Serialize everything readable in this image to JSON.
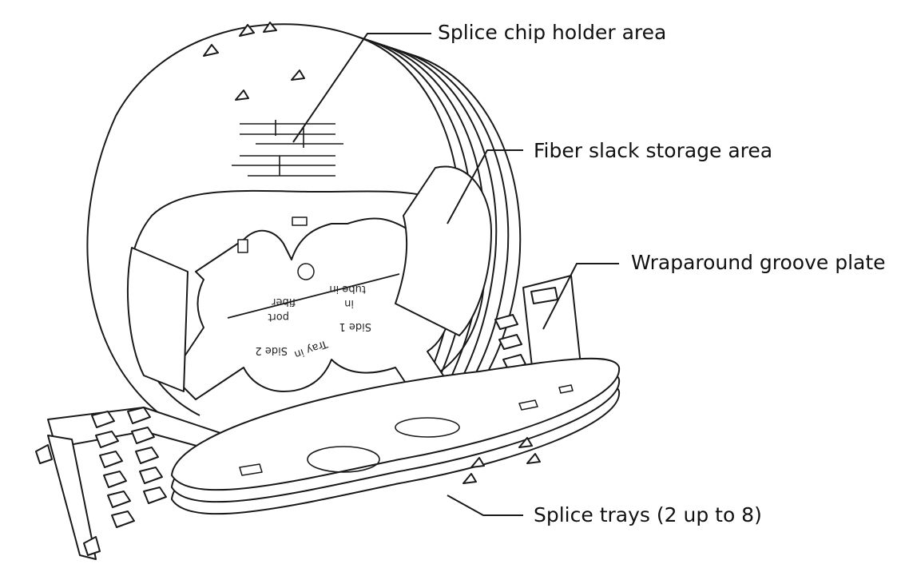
{
  "labels": {
    "splice_chip_holder": "Splice chip holder area",
    "fiber_slack": "Fiber slack storage area",
    "wraparound_plate": "Wraparound groove plate",
    "splice_trays": "Splice trays (2 up to 8)"
  },
  "tray_markings": {
    "side_2": "Side 2",
    "fiber": "fiber",
    "port": "port",
    "tray_in": "Tray in",
    "side_1": "Side 1",
    "tube_in": "tube in",
    "in": "in"
  },
  "colors": {
    "line": "#1a1a1a",
    "fill": "#ffffff",
    "background": "#ffffff"
  }
}
